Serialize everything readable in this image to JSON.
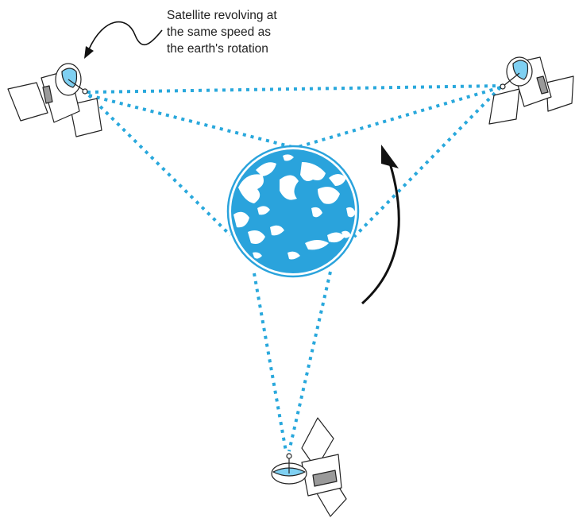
{
  "annotation": {
    "lines": [
      "Satellite revolving at",
      "the same speed as",
      "the earth's rotation"
    ]
  },
  "colors": {
    "signal": "#29a8dc",
    "earth": "#2aa3dc",
    "outline": "#222222",
    "dish_fill": "#7fd0f2",
    "panel_shade": "#9a9a9a"
  },
  "icons": [
    "earth-globe-icon",
    "satellite-icon",
    "rotation-arrow-icon",
    "pointer-arrow-icon"
  ]
}
